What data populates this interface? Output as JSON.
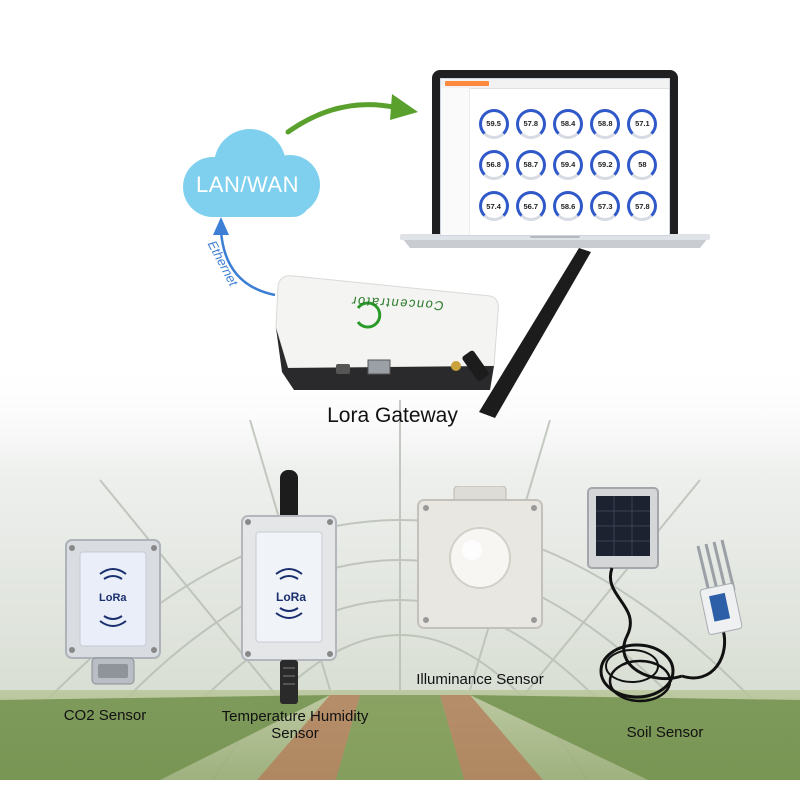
{
  "network": {
    "cloud_label": "LAN/WAN",
    "link_label": "Ethernet"
  },
  "dashboard": {
    "gauge_values": [
      "59.5",
      "57.8",
      "58.4",
      "58.8",
      "57.1",
      "56.8",
      "58.7",
      "59.4",
      "59.2",
      "58",
      "57.4",
      "56.7",
      "58.6",
      "57.3",
      "57.8"
    ]
  },
  "gateway": {
    "brand": "Concentrator",
    "label": "Lora Gateway"
  },
  "sensors": {
    "co2": {
      "label": "CO2 Sensor",
      "badge": "LoRa"
    },
    "temperature_humidity": {
      "label": "Temperature Humidity Sensor",
      "badge": "LoRa"
    },
    "illuminance": {
      "label": "Illuminance Sensor"
    },
    "soil": {
      "label": "Soil Sensor"
    }
  },
  "colors": {
    "cloud": "#7fd0ee",
    "arrow_green": "#5aa02c",
    "arrow_blue": "#3d7fd4",
    "gauge_blue": "#2f58c9",
    "antenna": "#1c1c1c"
  }
}
